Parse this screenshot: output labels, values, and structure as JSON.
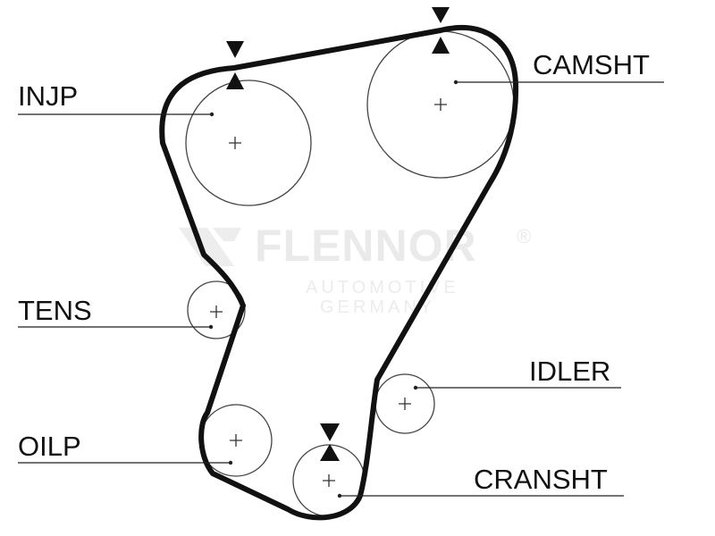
{
  "labels": {
    "injp": "INJP",
    "camsht": "CAMSHT",
    "tens": "TENS",
    "idler": "IDLER",
    "oilp": "OILP",
    "cranksht": "CRANSHT"
  },
  "watermark": {
    "brand": "FLENNOR",
    "registered": "®",
    "line1": "AUTOMOTIVE",
    "line2": "GERMANY"
  },
  "colors": {
    "belt": "#111111",
    "pulley": "#444444",
    "watermark": "#eaeaea"
  }
}
